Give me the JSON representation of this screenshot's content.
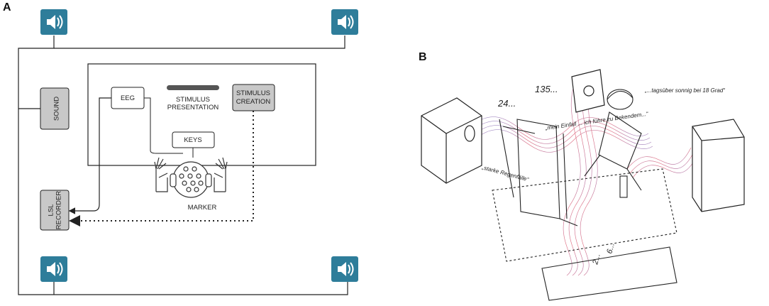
{
  "panels": {
    "a_label": "A",
    "b_label": "B"
  },
  "diagram_a": {
    "boxes": {
      "sound": "SOUND",
      "lsl_recorder_line1": "LSL",
      "lsl_recorder_line2": "RECORDER",
      "eeg": "EEG",
      "keys": "KEYS",
      "stimulus_presentation_line1": "STIMULUS",
      "stimulus_presentation_line2": "PRESENTATION",
      "stimulus_creation_line1": "STIMULUS",
      "stimulus_creation_line2": "CREATION"
    },
    "marker_label": "MARKER",
    "speaker_count": 4
  },
  "sketch_b": {
    "annotations": {
      "num_24": "24...",
      "num_135": "135...",
      "quote_weather": "„...tagsüber sonnig bei 18 Grad“",
      "quote_einfall": "„mein Einfall ... ich führe zu Bekendem...“",
      "quote_regen": "„starke Regenfälle“",
      "num_2": "2...",
      "num_6": "6..."
    }
  },
  "colors": {
    "speaker_fill": "#2e7d9a",
    "gray_box": "#c8c8c8",
    "line": "#222222",
    "wave_purple": "#7b6bbf",
    "wave_red": "#d9475e"
  }
}
